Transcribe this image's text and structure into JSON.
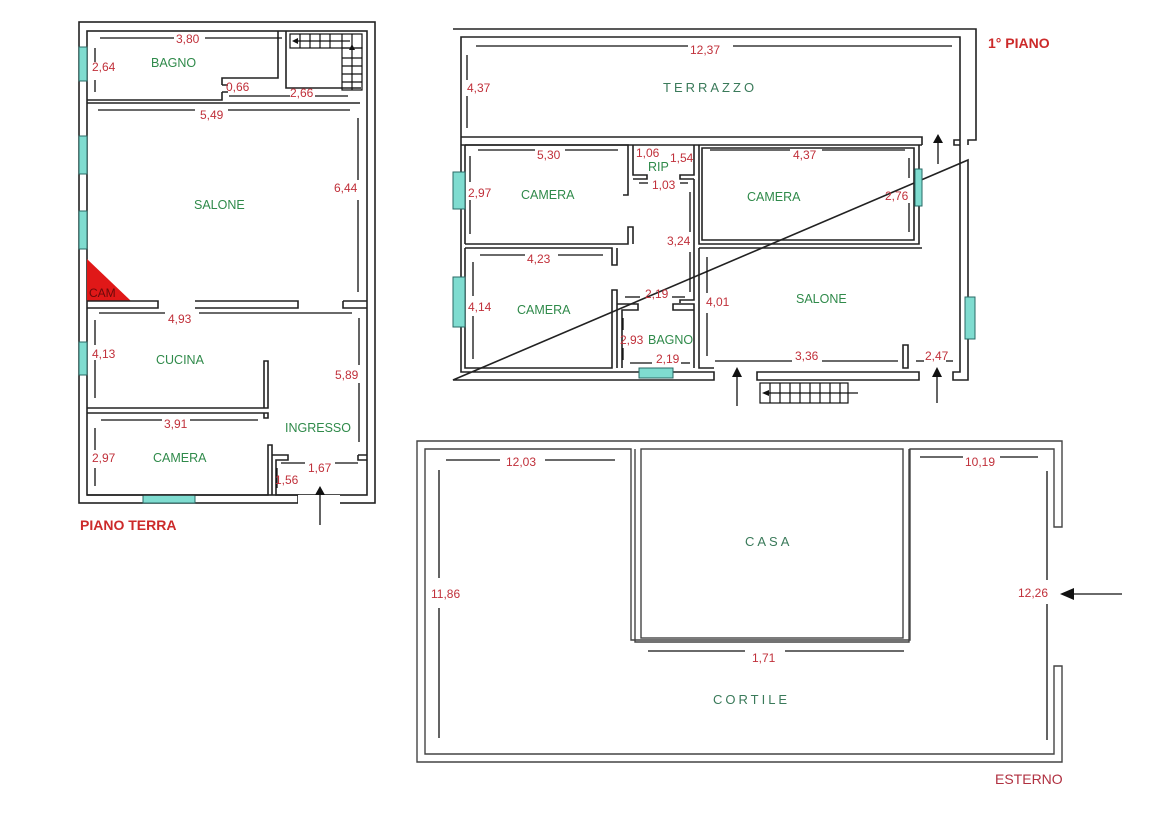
{
  "floors": {
    "ground": {
      "title": "PIANO TERRA",
      "rooms": {
        "bagno": {
          "label": "BAGNO",
          "width": "3,80",
          "height": "2,64",
          "extra": "0,66",
          "extra2": "2,66"
        },
        "salone": {
          "label": "SALONE",
          "width": "5,49",
          "height": "6,44"
        },
        "cam": {
          "label": "CAM"
        },
        "cucina": {
          "label": "CUCINA",
          "width": "4,93",
          "height": "4,13"
        },
        "ingresso": {
          "label": "INGRESSO",
          "height": "5,89",
          "entry_width": "1,67",
          "entry_depth": "1,56"
        },
        "camera": {
          "label": "CAMERA",
          "width": "3,91",
          "height": "2,97"
        }
      }
    },
    "first": {
      "title": "1° PIANO",
      "rooms": {
        "terrazzo": {
          "label": "TERRAZZO",
          "width": "12,37",
          "height": "4,37"
        },
        "camera1": {
          "label": "CAMERA",
          "width": "5,30",
          "height": "2,97"
        },
        "rip": {
          "label": "RIP",
          "width": "1,06",
          "height": "1,54",
          "corridor": "1,03"
        },
        "camera2": {
          "label": "CAMERA",
          "width": "4,37",
          "height": "2,76"
        },
        "corridor": {
          "length": "3,24",
          "width": "2,19"
        },
        "camera3": {
          "label": "CAMERA",
          "width": "4,23",
          "height": "4,14"
        },
        "bagno": {
          "label": "BAGNO",
          "width": "2,19",
          "height": "2,93"
        },
        "salone": {
          "label": "SALONE",
          "width": "3,36",
          "height": "4,01",
          "entry": "2,47"
        }
      }
    },
    "exterior": {
      "title": "ESTERNO",
      "rooms": {
        "casa": {
          "label": "CASA"
        },
        "cortile": {
          "label": "CORTILE",
          "width_left": "12,03",
          "height_left": "11,86",
          "width_right": "10,19",
          "height_right": "12,26",
          "bottom": "1,71"
        }
      }
    }
  },
  "colors": {
    "dimension": "#c0303a",
    "room_label": "#2f8a4a",
    "window": "#7fdcd0",
    "cam_marker": "#e01818",
    "title": "#cc2a2a"
  }
}
